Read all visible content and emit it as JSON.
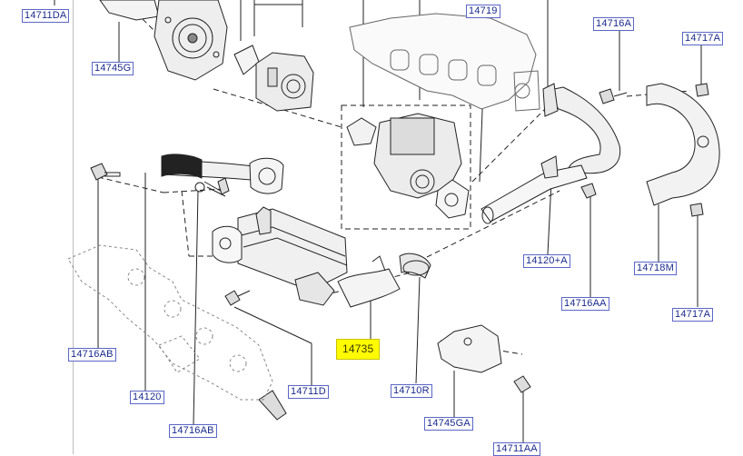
{
  "diagram": {
    "highlight_color": "#fffb00",
    "label_color": "#1a2a8c",
    "callouts": [
      {
        "id": "c1",
        "text": "14711DA"
      },
      {
        "id": "c2",
        "text": "14745G"
      },
      {
        "id": "c3",
        "text": "14719"
      },
      {
        "id": "c4",
        "text": "14716A"
      },
      {
        "id": "c5",
        "text": "14717A"
      },
      {
        "id": "c6",
        "text": "14120+A"
      },
      {
        "id": "c7",
        "text": "14718M"
      },
      {
        "id": "c8",
        "text": "14716AA"
      },
      {
        "id": "c9",
        "text": "14717A"
      },
      {
        "id": "c10",
        "text": "14716AB"
      },
      {
        "id": "c11",
        "text": "14735",
        "highlighted": true
      },
      {
        "id": "c12",
        "text": "14711D"
      },
      {
        "id": "c13",
        "text": "14710R"
      },
      {
        "id": "c14",
        "text": "14120"
      },
      {
        "id": "c15",
        "text": "14745GA"
      },
      {
        "id": "c16",
        "text": "14716AB"
      },
      {
        "id": "c17",
        "text": "14711AA"
      }
    ]
  }
}
